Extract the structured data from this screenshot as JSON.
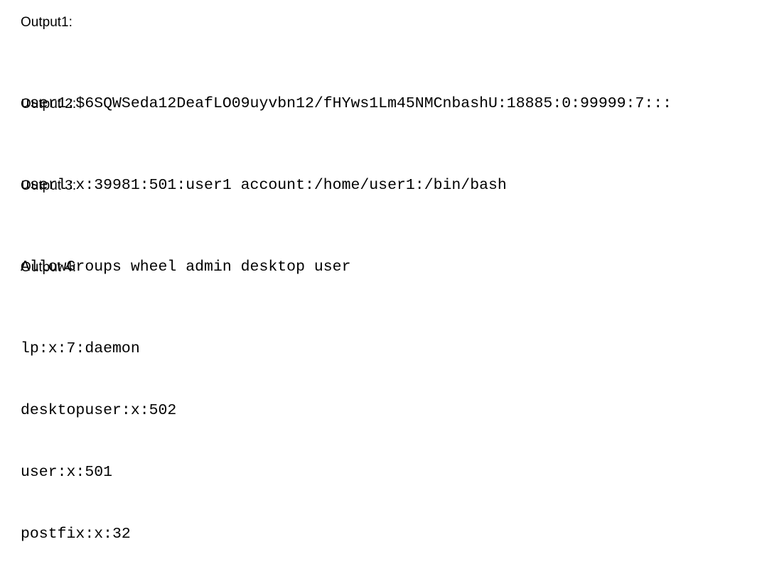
{
  "sections": [
    {
      "heading": "Output1:",
      "lines": [
        "user1:$6SQWSeda12DeafLO09uyvbn12/fHYws1Lm45NMCnbashU:18885:0:99999:7:::"
      ]
    },
    {
      "heading": "Output 2:",
      "lines": [
        "userl:x:39981:501:user1 account:/home/user1:/bin/bash"
      ]
    },
    {
      "heading": "Output 3:",
      "lines": [
        "AllowGroups wheel admin desktop user"
      ]
    },
    {
      "heading": "Output 4:",
      "lines": [
        "lp:x:7:daemon",
        "desktopuser:x:502",
        "user:x:501",
        "postfix:x:32"
      ]
    }
  ]
}
